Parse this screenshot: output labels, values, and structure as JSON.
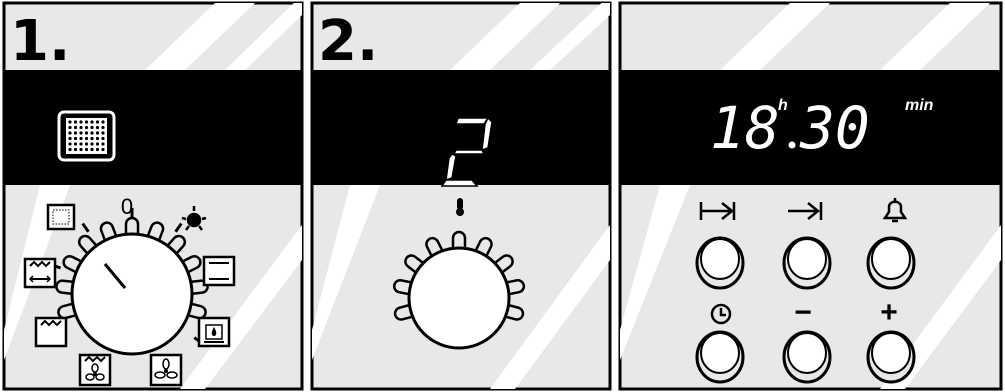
{
  "panels": [
    {
      "step_label": "1.",
      "display_icon": "oven-grill-grid-icon"
    },
    {
      "step_label": "2.",
      "display_value": "2"
    },
    {
      "display_hours": "18",
      "hours_unit": "h",
      "display_minutes": "30",
      "minutes_unit": "min"
    }
  ],
  "function_selector": {
    "off_label": "0",
    "settings": [
      "full-grill-icon",
      "off",
      "oven-light-icon",
      "top-bottom-heat-icon",
      "bottom-heat-icon",
      "hot-air-fan-icon",
      "grill-fan-icon",
      "top-heat-icon",
      "half-grill-icon"
    ]
  },
  "temperature_selector": {
    "icon": "thermometer-icon"
  },
  "clock_buttons": {
    "top_row": [
      "duration-icon",
      "end-time-icon",
      "timer-bell-icon"
    ],
    "bottom_row": [
      "clock-icon",
      "minus-icon",
      "plus-icon"
    ],
    "minus_label": "−",
    "plus_label": "+"
  },
  "colors": {
    "panel_bg": "#e8e8e8",
    "display_bg": "#000000",
    "stripe": "#ffffff"
  }
}
